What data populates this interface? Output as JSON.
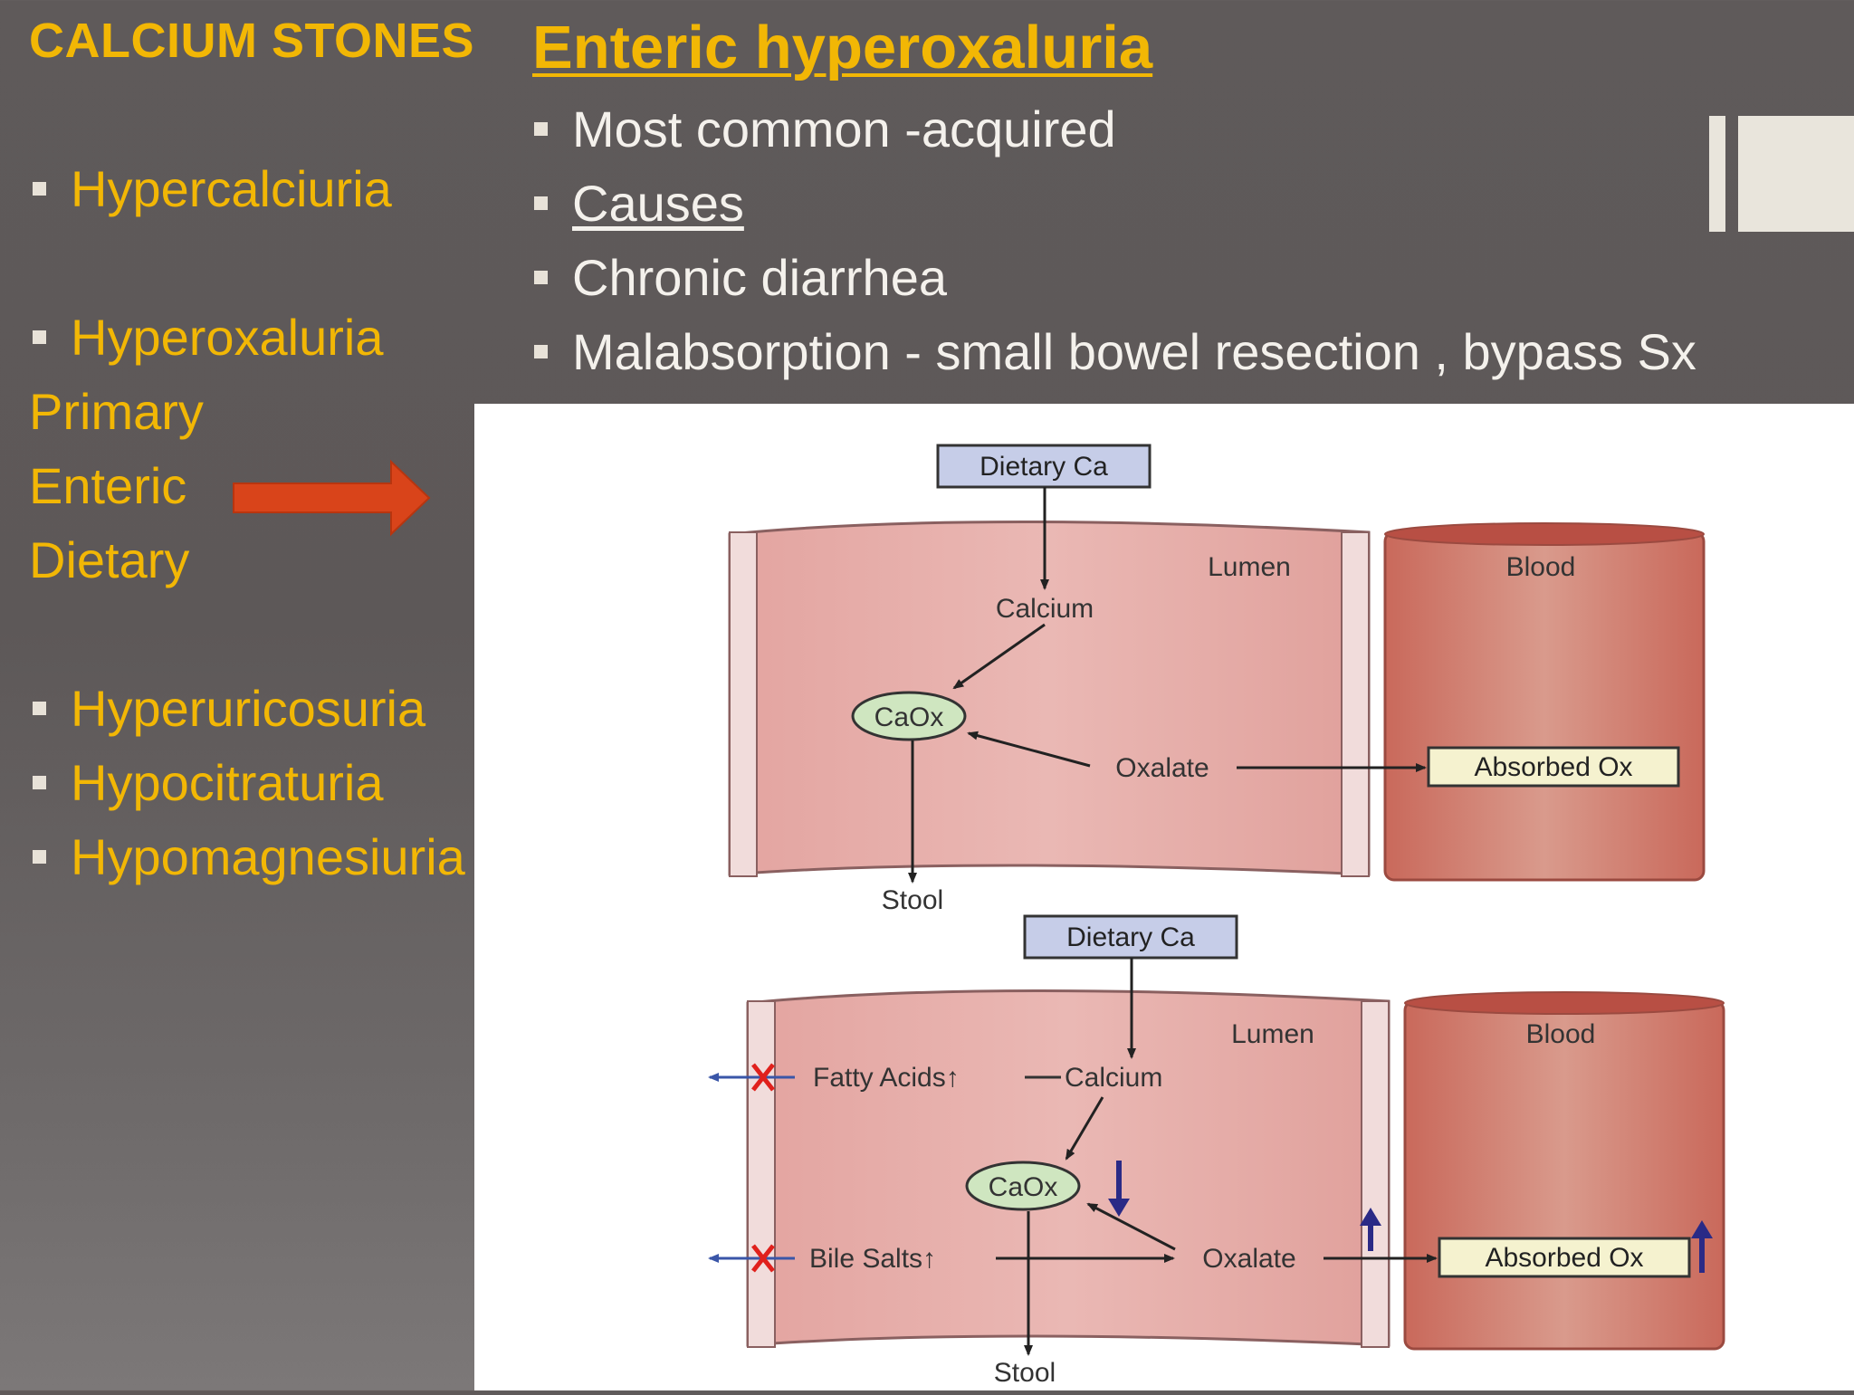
{
  "sidebar": {
    "title": "CALCIUM STONES",
    "hypercalciuria": "Hypercalciuria",
    "hyperoxaluria": "Hyperoxaluria",
    "sub_primary": "Primary",
    "sub_enteric": "Enteric",
    "sub_dietary": "Dietary",
    "hyperuricosuria": "Hyperuricosuria",
    "hypocitraturia": "Hypocitraturia",
    "hypomagnesiuria": "Hypomagnesiuria"
  },
  "main": {
    "title": "Enteric hyperoxaluria",
    "bullets": [
      "Most common -acquired",
      "Causes",
      "Chronic diarrhea",
      "Malabsorption -  small bowel resection , bypass Sx"
    ]
  },
  "diagram_top": {
    "dietary_ca": "Dietary Ca",
    "lumen": "Lumen",
    "blood": "Blood",
    "calcium": "Calcium",
    "caox": "CaOx",
    "oxalate": "Oxalate",
    "absorbed_ox": "Absorbed Ox",
    "stool": "Stool"
  },
  "diagram_bottom": {
    "dietary_ca": "Dietary Ca",
    "lumen": "Lumen",
    "blood": "Blood",
    "fatty_acids": "Fatty Acids↑",
    "calcium": "Calcium",
    "caox": "CaOx",
    "bile_salts": "Bile Salts↑",
    "oxalate": "Oxalate",
    "absorbed_ox": "Absorbed Ox",
    "stool": "Stool"
  },
  "colors": {
    "accent_yellow": "#f2b705",
    "arrow_orange": "#d9441a",
    "tissue_pink": "#e4a9a4",
    "blood_red": "#cc6e60",
    "box_blue": "#c6cde8",
    "box_yellow": "#f5f2cf",
    "caox_green": "#cfe6c0"
  }
}
